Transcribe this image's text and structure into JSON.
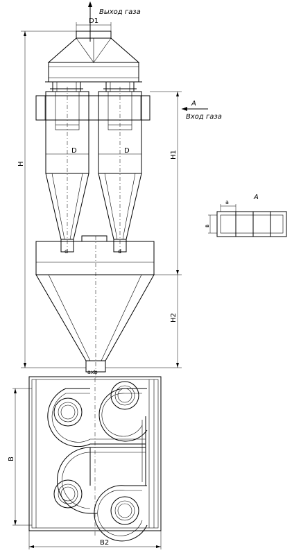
{
  "labels": {
    "gas_outlet": "Выход газа",
    "gas_inlet": "Вход газа",
    "view_a_arrow": "A",
    "view_a_title": "A",
    "d1": "D1",
    "d_left": "D",
    "d_right": "D",
    "h": "H",
    "h1": "H1",
    "h2": "H2",
    "b": "B",
    "b2": "B2",
    "axb": "axb",
    "d_small_left": "d",
    "d_small_right": "d",
    "a_small": "a",
    "b_small": "в"
  }
}
